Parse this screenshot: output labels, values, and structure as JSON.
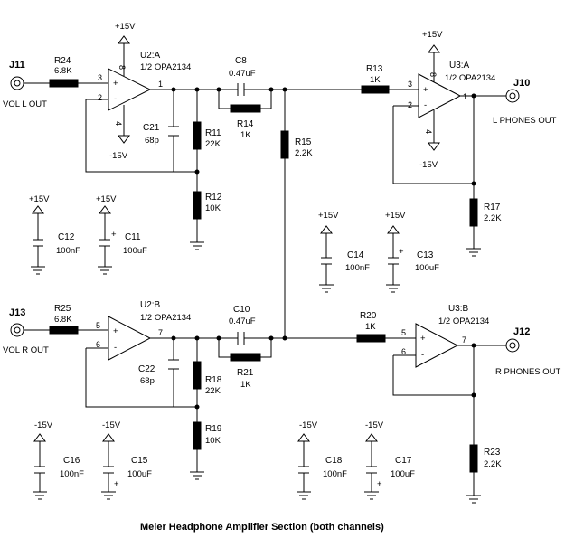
{
  "title": "Meier Headphone Amplifier Section (both channels)",
  "jacks": {
    "j11": {
      "ref": "J11",
      "label": "VOL L OUT"
    },
    "j13": {
      "ref": "J13",
      "label": "VOL R OUT"
    },
    "j10": {
      "ref": "J10",
      "label": "L PHONES OUT"
    },
    "j12": {
      "ref": "J12",
      "label": "R PHONES OUT"
    }
  },
  "opamps": {
    "u2a": {
      "ref": "U2:A",
      "part": "1/2 OPA2134",
      "pins": [
        "3",
        "2",
        "1",
        "8",
        "4"
      ],
      "vpos": "+15V",
      "vneg": "-15V"
    },
    "u3a": {
      "ref": "U3:A",
      "part": "1/2 OPA2134",
      "pins": [
        "3",
        "2",
        "1",
        "8",
        "4"
      ],
      "vpos": "+15V",
      "vneg": "-15V"
    },
    "u2b": {
      "ref": "U2:B",
      "part": "1/2 OPA2134",
      "pins": [
        "5",
        "6",
        "7"
      ]
    },
    "u3b": {
      "ref": "U3:B",
      "part": "1/2 OPA2134",
      "pins": [
        "5",
        "6",
        "7"
      ]
    }
  },
  "resistors": {
    "r24": {
      "ref": "R24",
      "value": "6.8K"
    },
    "r11": {
      "ref": "R11",
      "value": "22K"
    },
    "r12": {
      "ref": "R12",
      "value": "10K"
    },
    "r14": {
      "ref": "R14",
      "value": "1K"
    },
    "r15": {
      "ref": "R15",
      "value": "2.2K"
    },
    "r13": {
      "ref": "R13",
      "value": "1K"
    },
    "r17": {
      "ref": "R17",
      "value": "2.2K"
    },
    "r25": {
      "ref": "R25",
      "value": "6.8K"
    },
    "r18": {
      "ref": "R18",
      "value": "22K"
    },
    "r19": {
      "ref": "R19",
      "value": "10K"
    },
    "r21": {
      "ref": "R21",
      "value": "1K"
    },
    "r20": {
      "ref": "R20",
      "value": "1K"
    },
    "r23": {
      "ref": "R23",
      "value": "2.2K"
    }
  },
  "capacitors": {
    "c21": {
      "ref": "C21",
      "value": "68p"
    },
    "c8": {
      "ref": "C8",
      "value": "0.47uF"
    },
    "c22": {
      "ref": "C22",
      "value": "68p"
    },
    "c10": {
      "ref": "C10",
      "value": "0.47uF"
    },
    "c12": {
      "ref": "C12",
      "value": "100nF",
      "rail": "+15V"
    },
    "c11": {
      "ref": "C11",
      "value": "100uF",
      "rail": "+15V"
    },
    "c14": {
      "ref": "C14",
      "value": "100nF",
      "rail": "+15V"
    },
    "c13": {
      "ref": "C13",
      "value": "100uF",
      "rail": "+15V"
    },
    "c16": {
      "ref": "C16",
      "value": "100nF",
      "rail": "-15V"
    },
    "c15": {
      "ref": "C15",
      "value": "100uF",
      "rail": "-15V"
    },
    "c18": {
      "ref": "C18",
      "value": "100nF",
      "rail": "-15V"
    },
    "c17": {
      "ref": "C17",
      "value": "100uF",
      "rail": "-15V"
    }
  },
  "signs": {
    "plus": "+",
    "minus": "-"
  }
}
